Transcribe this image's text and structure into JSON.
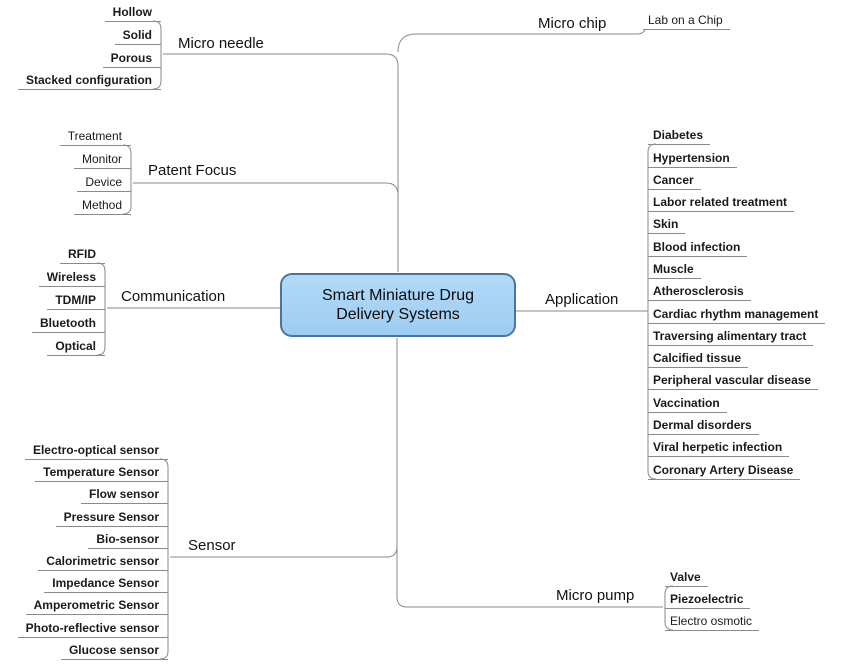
{
  "title": {
    "line1": "Smart Miniature Drug",
    "line2": "Delivery Systems"
  },
  "colors": {
    "root_fill": "#a6d3f7",
    "root_border": "#4c749f",
    "edge_line": "#8a8a8a",
    "text": "#1a1a1a"
  },
  "branches": {
    "micro_needle": {
      "label": "Micro needle",
      "children": [
        "Hollow",
        "Solid",
        "Porous",
        "Stacked configuration"
      ]
    },
    "micro_chip": {
      "label": "Micro chip",
      "children": [
        "Lab on a Chip"
      ]
    },
    "patent_focus": {
      "label": "Patent Focus",
      "children": [
        "Treatment",
        "Monitor",
        "Device",
        "Method"
      ]
    },
    "communication": {
      "label": "Communication",
      "children": [
        "RFID",
        "Wireless",
        "TDM/IP",
        "Bluetooth",
        "Optical"
      ]
    },
    "application": {
      "label": "Application",
      "children": [
        "Diabetes",
        "Hypertension",
        "Cancer",
        "Labor related treatment",
        "Skin",
        "Blood infection",
        "Muscle",
        "Atherosclerosis",
        "Cardiac rhythm management",
        "Traversing alimentary tract",
        "Calcified tissue",
        "Peripheral vascular disease",
        "Vaccination",
        "Dermal disorders",
        "Viral herpetic infection",
        "Coronary Artery Disease"
      ]
    },
    "sensor": {
      "label": "Sensor",
      "children": [
        "Electro-optical sensor",
        "Temperature Sensor",
        "Flow sensor",
        "Pressure Sensor",
        "Bio-sensor",
        "Calorimetric sensor",
        "Impedance Sensor",
        "Amperometric Sensor",
        "Photo-reflective sensor",
        "Glucose sensor"
      ]
    },
    "micro_pump": {
      "label": "Micro pump",
      "children": [
        "Valve",
        "Piezoelectric",
        "Electro osmotic"
      ]
    }
  }
}
